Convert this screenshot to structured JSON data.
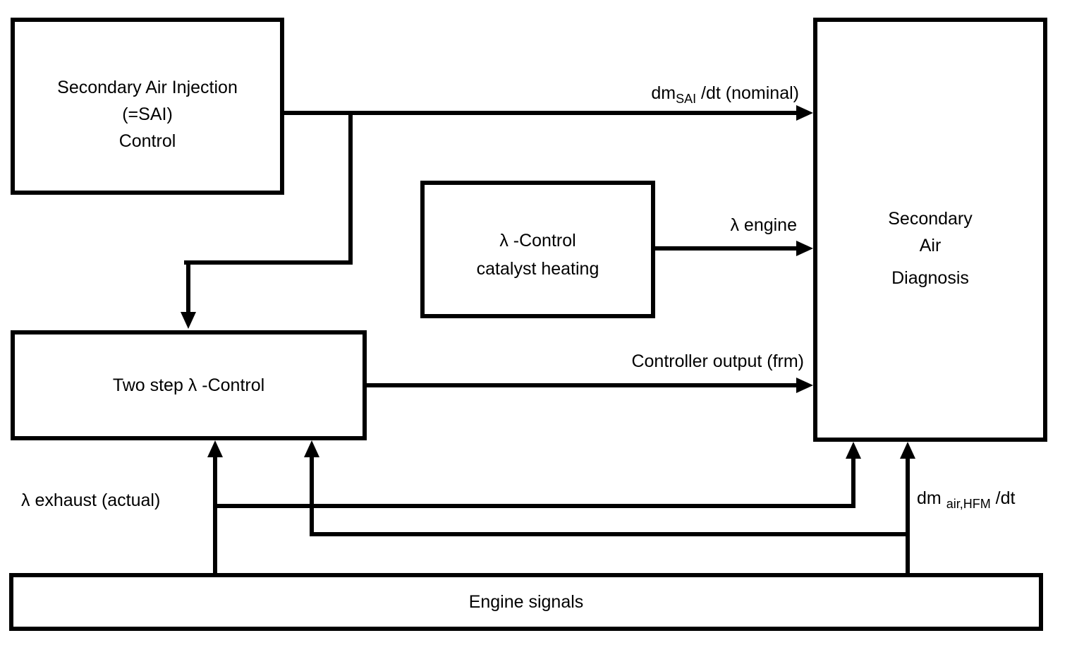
{
  "diagram": {
    "colors": {
      "background": "#ffffff",
      "line": "#000000",
      "text": "#000000"
    },
    "nodes": {
      "sai_control": {
        "line1": "Secondary Air Injection",
        "line2": "(=SAI)",
        "line3": "Control"
      },
      "lambda_control_catalyst": {
        "line1": "λ -Control",
        "line2": "catalyst heating"
      },
      "secondary_air_diagnosis": {
        "line1": "Secondary",
        "line2": "Air",
        "line3": "Diagnosis"
      },
      "two_step_lambda_control": {
        "label": "Two step λ -Control"
      },
      "engine_signals": {
        "label": "Engine signals"
      }
    },
    "edges": {
      "dm_sai": {
        "pre": "dm",
        "sub": "SAI",
        "post": " /dt (nominal)"
      },
      "lambda_engine": {
        "label": "λ engine"
      },
      "controller_output": {
        "label": "Controller output (frm)"
      },
      "lambda_exhaust": {
        "label": "λ exhaust (actual)"
      },
      "dm_air_hfm": {
        "pre": "dm ",
        "sub": "air,HFM",
        "post": " /dt"
      }
    }
  }
}
